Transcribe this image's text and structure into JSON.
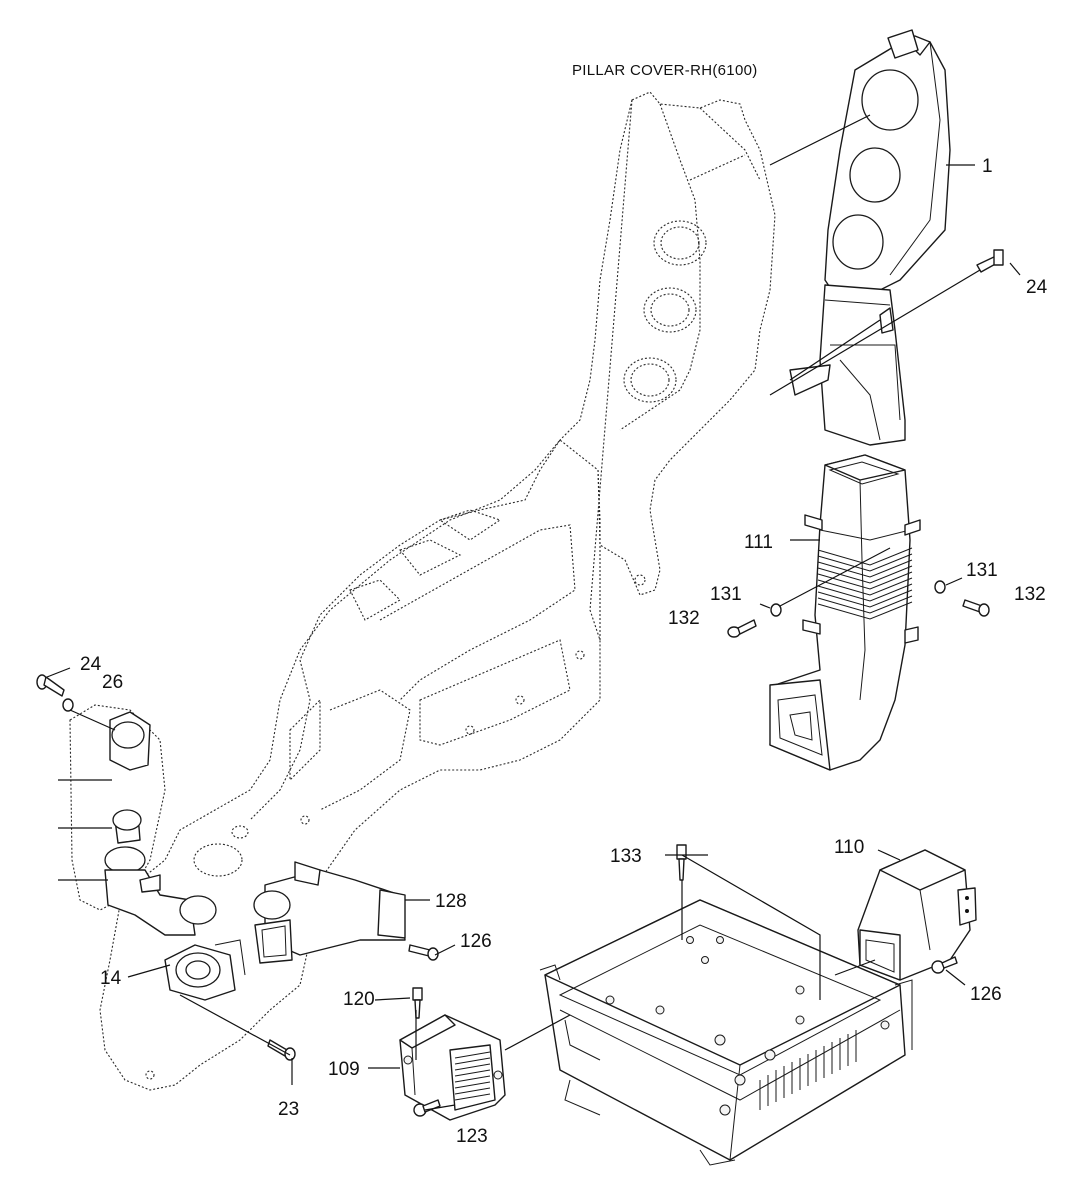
{
  "diagram": {
    "title": "PILLAR COVER-RH(6100)",
    "callouts": {
      "c1": "1",
      "c24a": "24",
      "c24b": "24",
      "c26": "26",
      "c111": "111",
      "c131a": "131",
      "c131b": "131",
      "c132a": "132",
      "c132b": "132",
      "c133": "133",
      "c110": "110",
      "c128": "128",
      "c126a": "126",
      "c126b": "126",
      "c14": "14",
      "c120": "120",
      "c109": "109",
      "c123": "123",
      "c23": "23"
    }
  }
}
